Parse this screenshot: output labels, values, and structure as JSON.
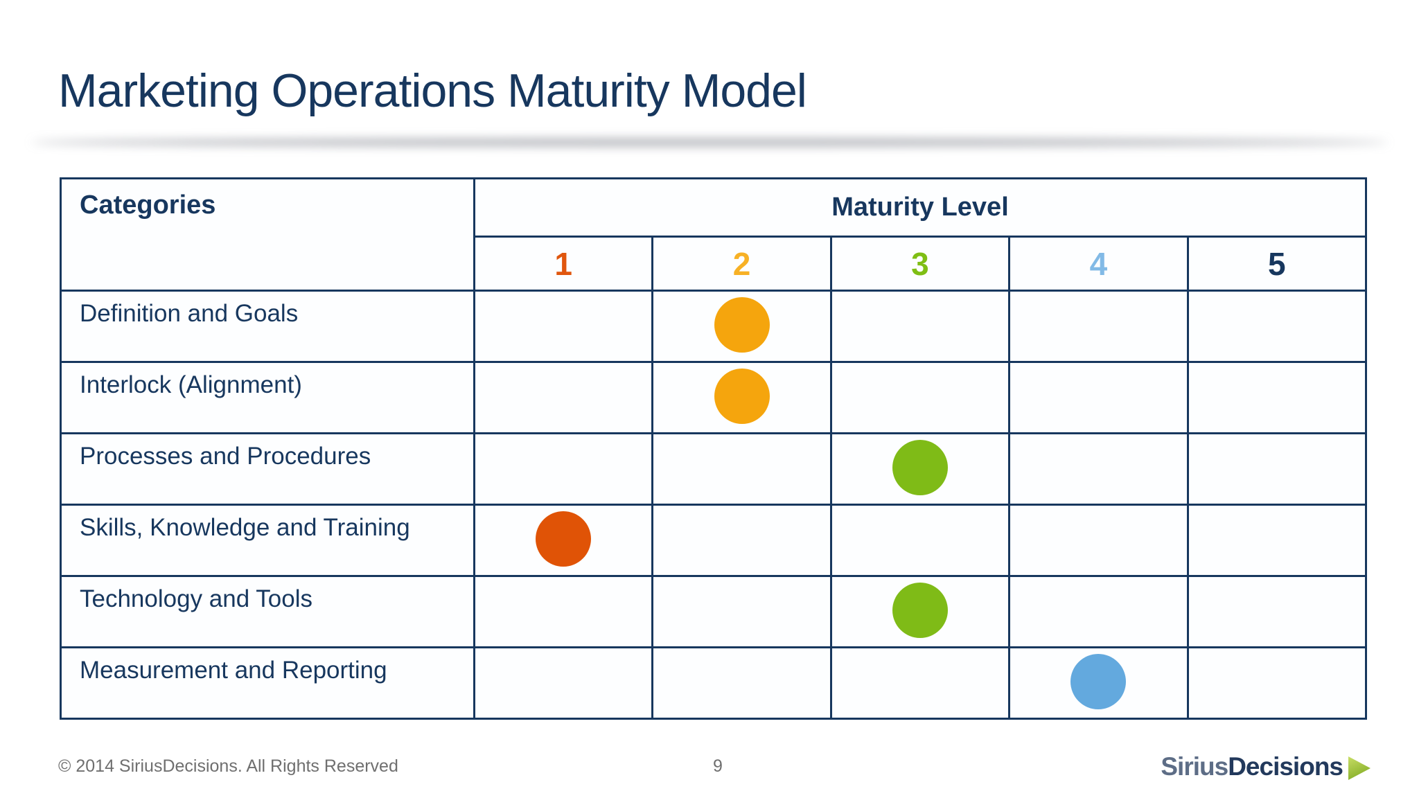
{
  "slide": {
    "title": "Marketing Operations Maturity Model"
  },
  "table": {
    "categories_header": "Categories",
    "maturity_header": "Maturity Level",
    "levels": [
      {
        "label": "1",
        "color": "#E0560E"
      },
      {
        "label": "2",
        "color": "#F7B125"
      },
      {
        "label": "3",
        "color": "#7FBE14"
      },
      {
        "label": "4",
        "color": "#82BAE6"
      },
      {
        "label": "5",
        "color": "#17375E"
      }
    ],
    "rows": [
      {
        "label": "Definition and Goals",
        "level": 2,
        "dot_color": "#F5A50D"
      },
      {
        "label": "Interlock (Alignment)",
        "level": 2,
        "dot_color": "#F5A50D"
      },
      {
        "label": "Processes and Procedures",
        "level": 3,
        "dot_color": "#7FBB17"
      },
      {
        "label": "Skills, Knowledge and Training",
        "level": 1,
        "dot_color": "#E05306"
      },
      {
        "label": "Technology and Tools",
        "level": 3,
        "dot_color": "#7FBB17"
      },
      {
        "label": "Measurement and Reporting",
        "level": 4,
        "dot_color": "#63A9DE"
      }
    ]
  },
  "footer": {
    "copyright": "© 2014 SiriusDecisions. All Rights Reserved",
    "page_number": "9",
    "logo": {
      "part1": "Sirius",
      "part2": "Decisions",
      "arrow_color_top": "#C8DD66",
      "arrow_color_bottom": "#86AF28"
    }
  },
  "colors": {
    "text_navy": "#17375E",
    "table_border": "#17375E",
    "footer_gray": "#6F6F6F"
  }
}
